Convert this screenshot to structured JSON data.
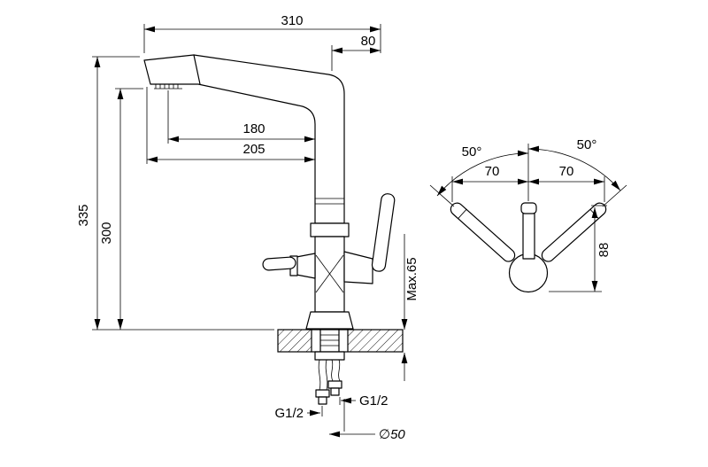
{
  "drawing": {
    "side": {
      "d310": "310",
      "d80": "80",
      "d180": "180",
      "d205": "205",
      "d335": "335",
      "d300": "300",
      "max65": "Max.65",
      "g12_left": "G1/2",
      "g12_right": "G1/2",
      "dia50": "∅50"
    },
    "top": {
      "angle_left": "50°",
      "angle_right": "50°",
      "d70_left": "70",
      "d70_right": "70",
      "d88": "88"
    }
  },
  "colors": {
    "line": "#000000",
    "background": "#ffffff"
  }
}
